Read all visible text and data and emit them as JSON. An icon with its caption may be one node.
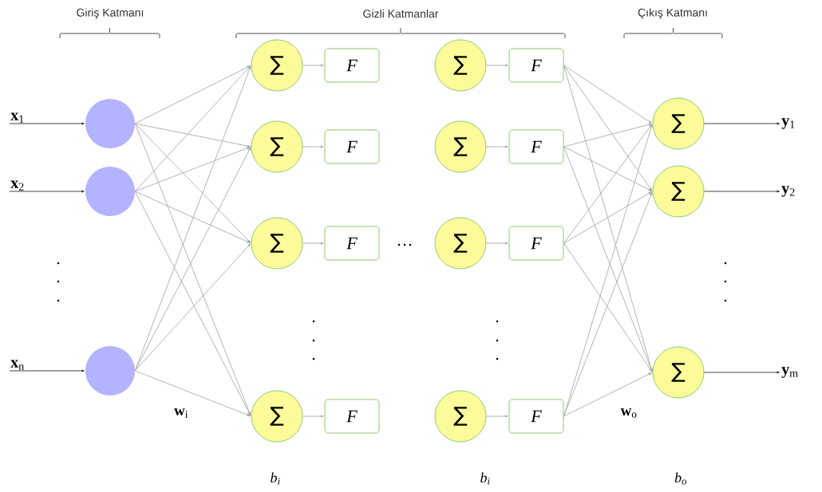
{
  "diagram": {
    "nodes": [
      {
        "text": [
          "**x**$_{1}$"
        ]
      },
      {
        "text": [
          "**x**$_{2}$"
        ]
      },
      {
        "text": [
          "**x**$_{n}$"
        ]
      },
      {
        "text": [],
        "shape": "circle"
      },
      {
        "text": [],
        "shape": "circle"
      },
      {
        "text": [],
        "shape": "circle"
      },
      {
        "text": [
          "∑"
        ]
      },
      {
        "text": [
          "F"
        ]
      },
      {
        "text": [
          "∑"
        ]
      },
      {
        "text": [
          "F"
        ]
      },
      {
        "text": [
          "∑"
        ]
      },
      {
        "text": [
          "F"
        ]
      },
      {
        "text": [
          "∑"
        ]
      },
      {
        "text": [
          "F"
        ]
      },
      {
        "text": [
          "∑"
        ]
      },
      {
        "text": [
          "F"
        ]
      },
      {
        "text": [
          "∑"
        ]
      },
      {
        "text": [
          "F"
        ]
      },
      {
        "text": [
          "∑"
        ]
      },
      {
        "text": [
          "F"
        ]
      },
      {
        "text": [
          "∑"
        ]
      },
      {
        "text": [
          "F"
        ]
      },
      {
        "text": [
          "∑"
        ]
      },
      {
        "text": [
          "∑"
        ]
      },
      {
        "text": [
          "∑"
        ]
      },
      {
        "text": [
          "**y**$_{1}$"
        ]
      },
      {
        "text": [
          "**y**$_{2}$"
        ]
      },
      {
        "text": [
          "**y**$_{m}$"
        ]
      }
    ],
    "edges": [
      {
        "from": 0,
        "to": 3,
        "arrow": "to",
        "color": "#303030"
      },
      {
        "from": 1,
        "to": 4,
        "arrow": "to",
        "color": "#303030"
      },
      {
        "from": 2,
        "to": 5,
        "arrow": "to",
        "color": "#303030"
      },
      {
        "from": 3,
        "to": 6,
        "arrow": "to"
      },
      {
        "from": 3,
        "to": 10,
        "arrow": "to"
      },
      {
        "from": 3,
        "to": 14,
        "arrow": "to"
      },
      {
        "from": 3,
        "to": 18,
        "arrow": "to"
      },
      {
        "from": 4,
        "to": 6,
        "arrow": "to"
      },
      {
        "from": 4,
        "to": 10,
        "arrow": "to"
      },
      {
        "from": 4,
        "to": 14,
        "arrow": "to"
      },
      {
        "from": 4,
        "to": 18,
        "arrow": "to"
      },
      {
        "from": 5,
        "to": 6,
        "arrow": "to"
      },
      {
        "from": 5,
        "to": 10,
        "arrow": "to"
      },
      {
        "from": 5,
        "to": 14,
        "arrow": "to"
      },
      {
        "from": 5,
        "to": 18,
        "arrow": "to"
      },
      {
        "from": 6,
        "to": 7,
        "arrow": "to"
      },
      {
        "from": 8,
        "to": 9,
        "arrow": "to"
      },
      {
        "from": 10,
        "to": 11,
        "arrow": "to"
      },
      {
        "from": 12,
        "to": 13,
        "arrow": "to"
      },
      {
        "from": 14,
        "to": 15,
        "arrow": "to"
      },
      {
        "from": 16,
        "to": 17,
        "arrow": "to"
      },
      {
        "from": 18,
        "to": 19,
        "arrow": "to"
      },
      {
        "from": 20,
        "to": 21,
        "arrow": "to"
      },
      {
        "from": 9,
        "to": 22,
        "arrow": "to"
      },
      {
        "from": 9,
        "to": 23,
        "arrow": "to"
      },
      {
        "from": 9,
        "to": 24,
        "arrow": "to"
      },
      {
        "from": 13,
        "to": 22,
        "arrow": "to"
      },
      {
        "from": 13,
        "to": 23,
        "arrow": "to"
      },
      {
        "from": 13,
        "to": 24,
        "arrow": "to"
      },
      {
        "from": 17,
        "to": 22,
        "arrow": "to"
      },
      {
        "from": 17,
        "to": 23,
        "arrow": "to"
      },
      {
        "from": 17,
        "to": 24,
        "arrow": "to"
      },
      {
        "from": 21,
        "to": 22,
        "arrow": "to"
      },
      {
        "from": 21,
        "to": 23,
        "arrow": "to"
      },
      {
        "from": 21,
        "to": 24,
        "arrow": "to"
      },
      {
        "from": 22,
        "to": 25,
        "arrow": "to",
        "color": "#303030"
      },
      {
        "from": 23,
        "to": 26,
        "arrow": "to",
        "color": "#303030"
      },
      {
        "from": 24,
        "to": 27,
        "arrow": "to",
        "color": "#303030"
      }
    ],
    "labels": [
      "Giriş Katmanı",
      "Gizli Katmanlar",
      "Çıkış Katmanı",
      "**w**$_{i}$",
      "**w**$_{o}$",
      "b$_{i}$",
      "b$_{i}$",
      "b$_{o}$"
    ]
  }
}
